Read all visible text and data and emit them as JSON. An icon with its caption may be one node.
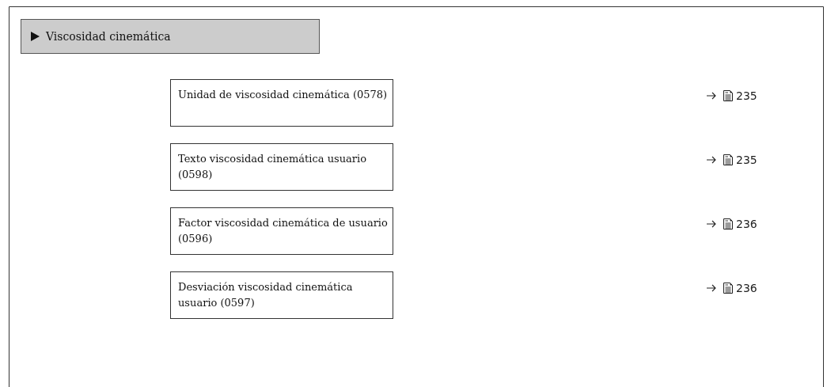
{
  "diagram": {
    "nodes": [
      {
        "text": [
          "Viscosidad cinemática"
        ]
      },
      {
        "text": [
          "Unidad de viscosidad cinemática (0578)"
        ]
      },
      {
        "text": [
          "Texto viscosidad cinemática usuario (0598)"
        ]
      },
      {
        "text": [
          "Factor viscosidad cinemática de usuario (0596)"
        ]
      },
      {
        "text": [
          "Desviación viscosidad cinemática usuario (0597)"
        ]
      }
    ],
    "labels": [
      "235",
      "235",
      "236",
      "236"
    ]
  }
}
